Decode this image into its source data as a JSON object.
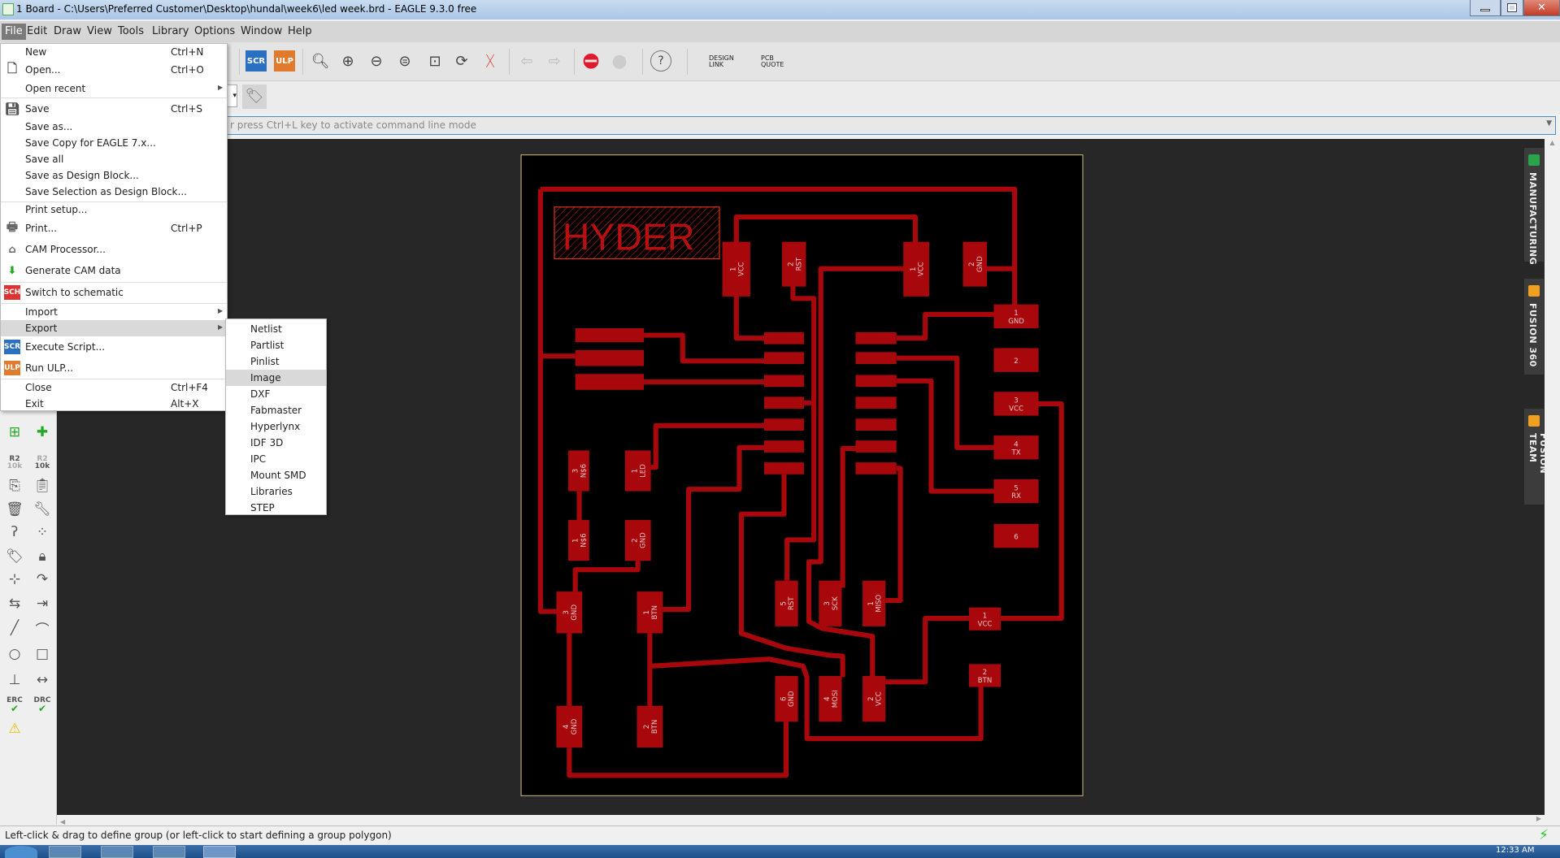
{
  "window": {
    "title": "1 Board - C:\\Users\\Preferred Customer\\Desktop\\hundal\\week6\\led week.brd - EAGLE 9.3.0 free"
  },
  "menubar": [
    "File",
    "Edit",
    "Draw",
    "View",
    "Tools",
    "Library",
    "Options",
    "Window",
    "Help"
  ],
  "toolbar": {
    "scr": "SCR",
    "ulp": "ULP",
    "design_link": "DESIGN LINK",
    "pcb_quote": "PCB QUOTE"
  },
  "command_line": {
    "placeholder": "r press Ctrl+L key to activate command line mode"
  },
  "file_menu": [
    {
      "label": "New",
      "shortcut": "Ctrl+N"
    },
    {
      "label": "Open...",
      "shortcut": "Ctrl+O"
    },
    {
      "label": "Open recent",
      "shortcut": ""
    },
    {
      "label": "Save",
      "shortcut": "Ctrl+S"
    },
    {
      "label": "Save as...",
      "shortcut": ""
    },
    {
      "label": "Save Copy for EAGLE 7.x...",
      "shortcut": ""
    },
    {
      "label": "Save all",
      "shortcut": ""
    },
    {
      "label": "Save as Design Block...",
      "shortcut": ""
    },
    {
      "label": "Save Selection as Design Block...",
      "shortcut": ""
    },
    {
      "label": "Print setup...",
      "shortcut": ""
    },
    {
      "label": "Print...",
      "shortcut": "Ctrl+P"
    },
    {
      "label": "CAM Processor...",
      "shortcut": ""
    },
    {
      "label": "Generate CAM data",
      "shortcut": ""
    },
    {
      "label": "Switch to schematic",
      "shortcut": ""
    },
    {
      "label": "Import",
      "shortcut": ""
    },
    {
      "label": "Export",
      "shortcut": ""
    },
    {
      "label": "Execute Script...",
      "shortcut": ""
    },
    {
      "label": "Run ULP...",
      "shortcut": ""
    },
    {
      "label": "Close",
      "shortcut": "Ctrl+F4"
    },
    {
      "label": "Exit",
      "shortcut": "Alt+X"
    }
  ],
  "icon_text": {
    "sch": "SCH",
    "scr": "SCR",
    "ulp": "ULP",
    "erc": "ERC",
    "drc": "DRC",
    "r2": "R2",
    "k10": "10k"
  },
  "export_submenu": [
    "Netlist",
    "Partlist",
    "Pinlist",
    "Image",
    "DXF",
    "Fabmaster",
    "Hyperlynx",
    "IDF 3D",
    "IPC",
    "Mount SMD",
    "Libraries",
    "STEP"
  ],
  "side_panels": [
    "MANUFACTURING",
    "FUSION 360",
    "FUSION TEAM"
  ],
  "status": {
    "text": "Left-click & drag to define group (or left-click to start defining a group polygon)",
    "clock": "12:33 AM"
  },
  "pcb": {
    "board_text": "HYDER",
    "colors": {
      "copper": "#a8080c",
      "board": "#000000",
      "outline": "#b0a070"
    },
    "pads": [
      {
        "num": "1",
        "net": "VCC"
      },
      {
        "num": "2",
        "net": "RST"
      },
      {
        "num": "1",
        "net": "VCC"
      },
      {
        "num": "2",
        "net": "GND"
      },
      {
        "num": "1",
        "net": "GND"
      },
      {
        "num": "2",
        "net": ""
      },
      {
        "num": "3",
        "net": "VCC"
      },
      {
        "num": "4",
        "net": "TX"
      },
      {
        "num": "5",
        "net": "RX"
      },
      {
        "num": "6",
        "net": ""
      },
      {
        "num": "3",
        "net": "N$6"
      },
      {
        "num": "1",
        "net": "LED"
      },
      {
        "num": "1",
        "net": "N$6"
      },
      {
        "num": "2",
        "net": "GND"
      },
      {
        "num": "3",
        "net": "GND"
      },
      {
        "num": "1",
        "net": "BTN"
      },
      {
        "num": "4",
        "net": "GND"
      },
      {
        "num": "2",
        "net": "BTN"
      },
      {
        "num": "5",
        "net": "RST"
      },
      {
        "num": "3",
        "net": "SCK"
      },
      {
        "num": "1",
        "net": "MISO"
      },
      {
        "num": "6",
        "net": "GND"
      },
      {
        "num": "4",
        "net": "MOSI"
      },
      {
        "num": "2",
        "net": "VCC"
      },
      {
        "num": "1",
        "net": "VCC"
      },
      {
        "num": "2",
        "net": "BTN"
      }
    ]
  }
}
